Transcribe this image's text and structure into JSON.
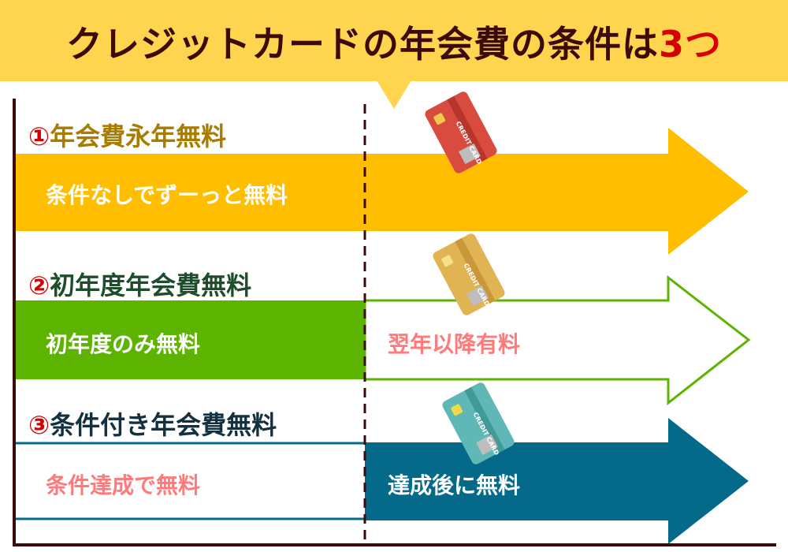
{
  "title": {
    "main": "クレジットカードの年会費の条件は",
    "accent": "3つ"
  },
  "colors": {
    "header": "#FFD54F",
    "title": "#3d0a0a",
    "accent": "#d40000",
    "yellow": "#FFBE00",
    "green": "#5CB300",
    "teal": "#056A8A",
    "pink": "#FF7B7B"
  },
  "sections": [
    {
      "number": "①",
      "label": "年会費永年無料",
      "left_text": "条件なしでずーっと無料",
      "right_text": "",
      "card_color": "red"
    },
    {
      "number": "②",
      "label": "初年度年会費無料",
      "left_text": "初年度のみ無料",
      "right_text": "翌年以降有料",
      "card_color": "gold"
    },
    {
      "number": "③",
      "label": "条件付き年会費無料",
      "left_text": "条件達成で無料",
      "right_text": "達成後に無料",
      "card_color": "teal"
    }
  ],
  "card_text": "CREDIT CARD"
}
